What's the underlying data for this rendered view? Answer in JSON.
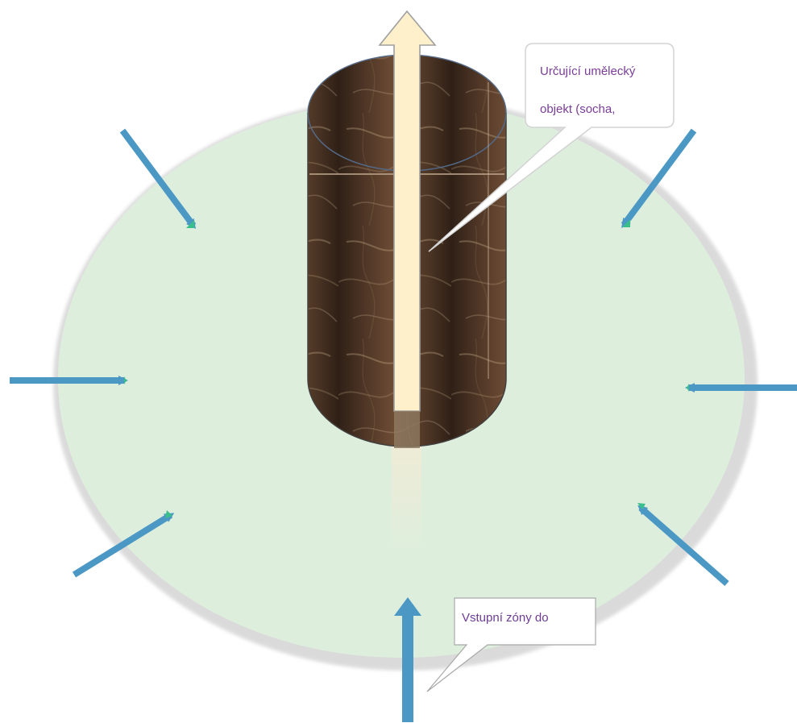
{
  "callouts": {
    "top": {
      "lines": [
        "Určující umělecký",
        "objekt (socha,"
      ]
    },
    "bottom": {
      "lines": [
        "Vstupní zóny do"
      ]
    }
  },
  "colors": {
    "ellipse_fill": "#deeedd",
    "ellipse_shadow": "#d7d7d7",
    "arrow_blue": "#4b98c5",
    "arrow_green_tip": "#39c08a",
    "cylinder_dark": "#3d2a1d",
    "cylinder_light": "#6f4d35",
    "cylinder_vein": "#c8ae8a",
    "axis_arrow_fill": "#fff0cc",
    "axis_arrow_stroke": "#9f9f9f",
    "callout_text": "#7a3d98"
  },
  "icons": {
    "central_object": "cylinder-icon",
    "vertical_axis": "up-arrow-icon",
    "entry_zones": "arrow-icon"
  }
}
